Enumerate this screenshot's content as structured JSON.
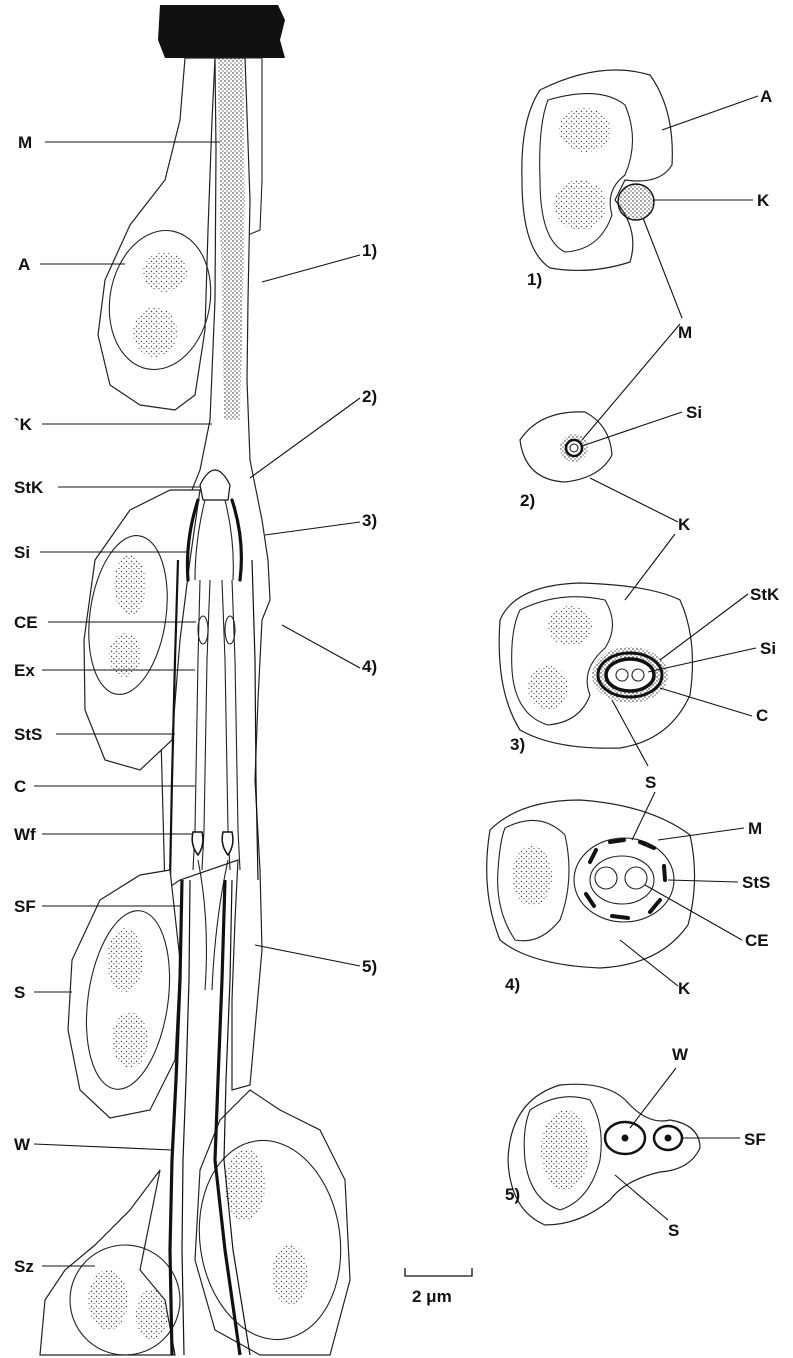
{
  "figure": {
    "scale_bar": "2 μm",
    "left_panel": {
      "labels": {
        "M": "M",
        "A": "A",
        "K": "`K",
        "StK": "StK",
        "Si": "Si",
        "CE": "CE",
        "Ex": "Ex",
        "StS": "StS",
        "C": "C",
        "Wf": "Wf",
        "SF": "SF",
        "S": "S",
        "W": "W",
        "Sz": "Sz"
      },
      "section_markers": [
        "1)",
        "2)",
        "3)",
        "4)",
        "5)"
      ]
    },
    "sections": [
      {
        "number": "1)",
        "labels": [
          "A",
          "K",
          "M"
        ]
      },
      {
        "number": "2)",
        "labels": [
          "Si",
          "K"
        ]
      },
      {
        "number": "3)",
        "labels": [
          "StK",
          "Si",
          "C",
          "S"
        ]
      },
      {
        "number": "4)",
        "labels": [
          "S",
          "M",
          "StS",
          "CE",
          "K"
        ]
      },
      {
        "number": "5)",
        "labels": [
          "W",
          "SF",
          "S"
        ]
      }
    ]
  }
}
